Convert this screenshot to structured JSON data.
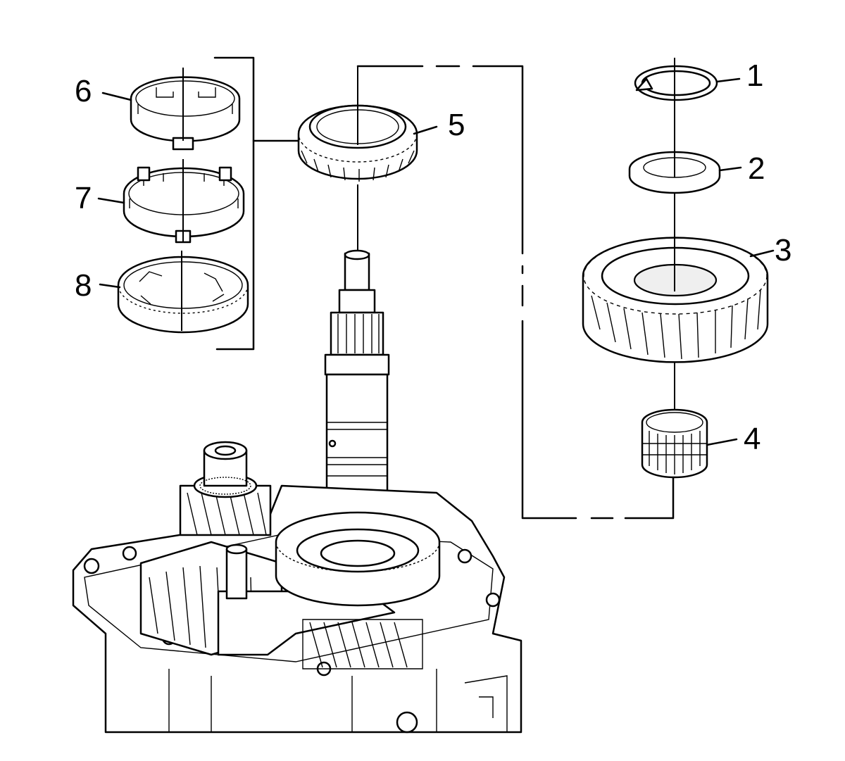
{
  "callouts": [
    {
      "id": "1",
      "label": "1"
    },
    {
      "id": "2",
      "label": "2"
    },
    {
      "id": "3",
      "label": "3"
    },
    {
      "id": "4",
      "label": "4"
    },
    {
      "id": "5",
      "label": "5"
    },
    {
      "id": "6",
      "label": "6"
    },
    {
      "id": "7",
      "label": "7"
    },
    {
      "id": "8",
      "label": "8"
    }
  ],
  "colors": {
    "line": "#000000",
    "background": "#ffffff",
    "shade": "#efefef"
  }
}
